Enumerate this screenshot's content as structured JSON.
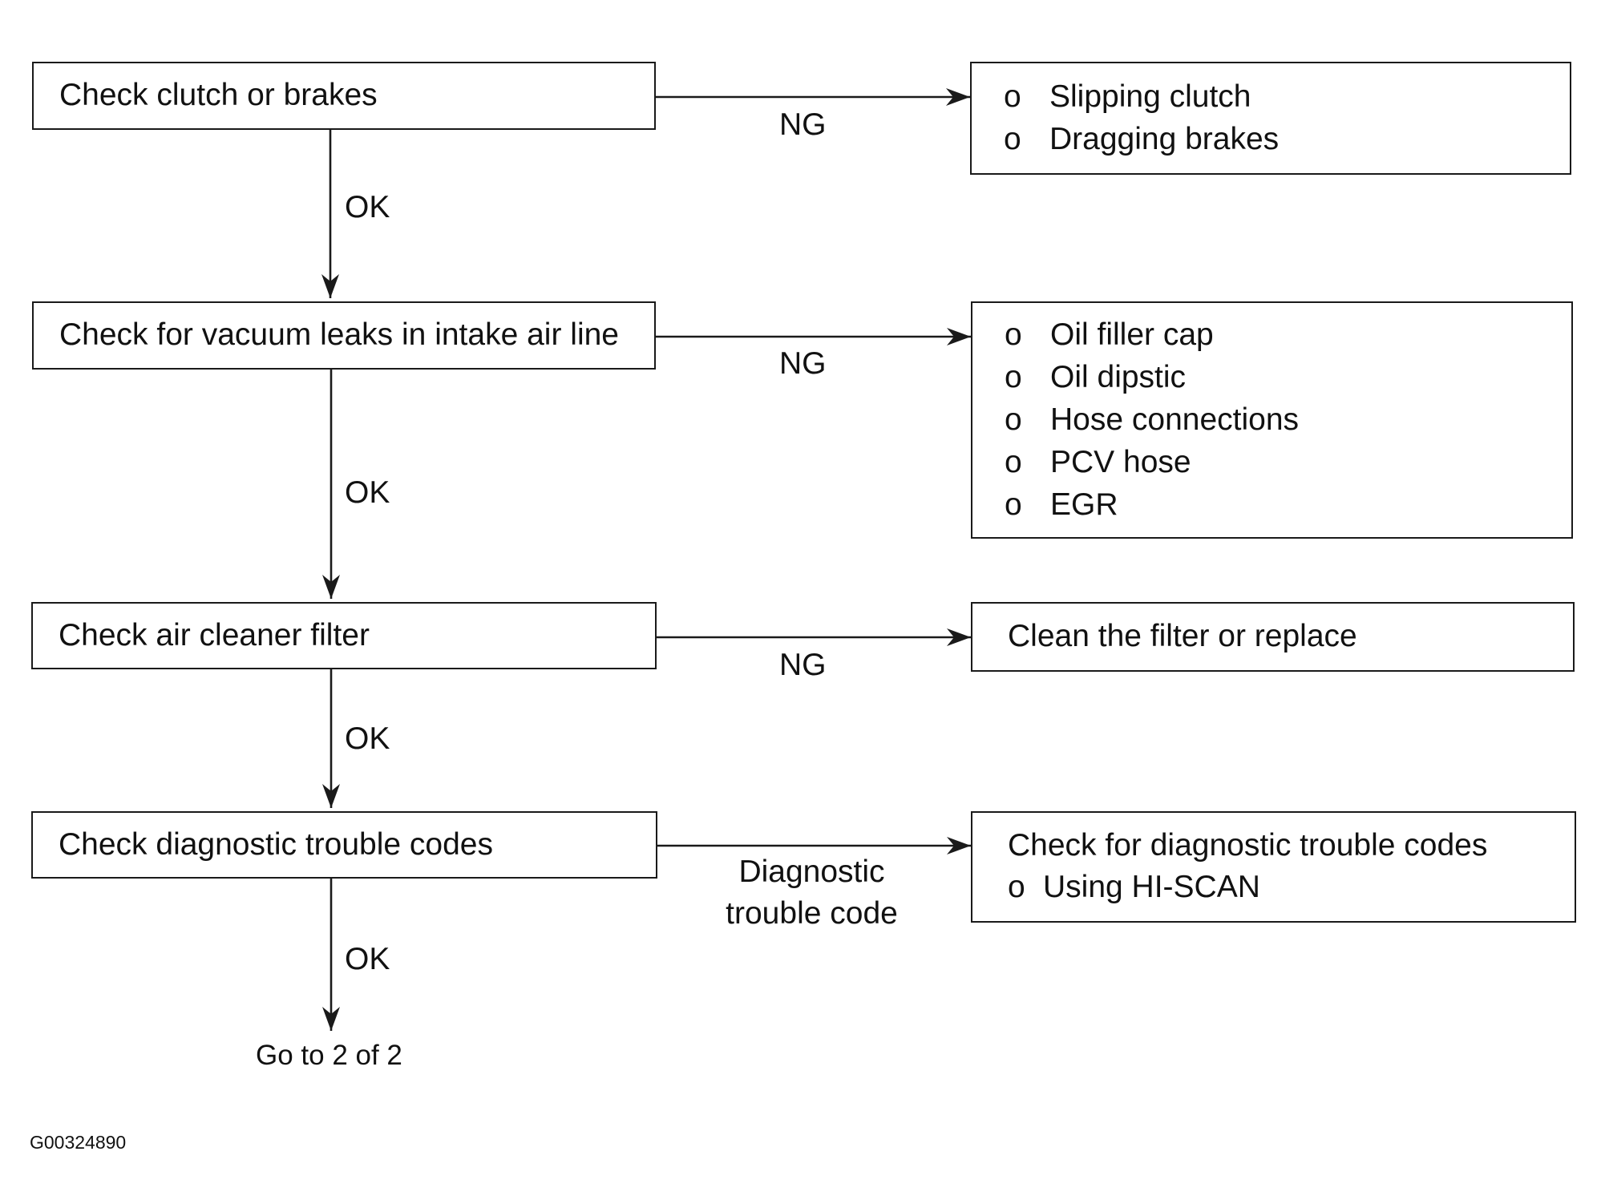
{
  "steps": [
    {
      "label": "Check clutch or brakes",
      "ok_label": "OK",
      "ng_label": "NG"
    },
    {
      "label": "Check for vacuum leaks in intake air line",
      "ok_label": "OK",
      "ng_label": "NG"
    },
    {
      "label": "Check air cleaner filter",
      "ok_label": "OK",
      "ng_label": "NG"
    },
    {
      "label": "Check diagnostic trouble codes",
      "ok_label": "OK",
      "ng_label_line1": "Diagnostic",
      "ng_label_line2": "trouble code"
    }
  ],
  "results": [
    {
      "bullet": "o",
      "items": [
        "Slipping clutch",
        "Dragging brakes"
      ]
    },
    {
      "bullet": "o",
      "items": [
        "Oil filler cap",
        "Oil dipstic",
        "Hose connections",
        "PCV hose",
        "EGR"
      ]
    },
    {
      "text": "Clean the filter or replace"
    },
    {
      "title": "Check for diagnostic trouble codes",
      "bullet": "o",
      "items": [
        "Using HI-SCAN"
      ]
    }
  ],
  "footer": {
    "next": "Go to 2 of 2",
    "figure_id": "G00324890"
  }
}
